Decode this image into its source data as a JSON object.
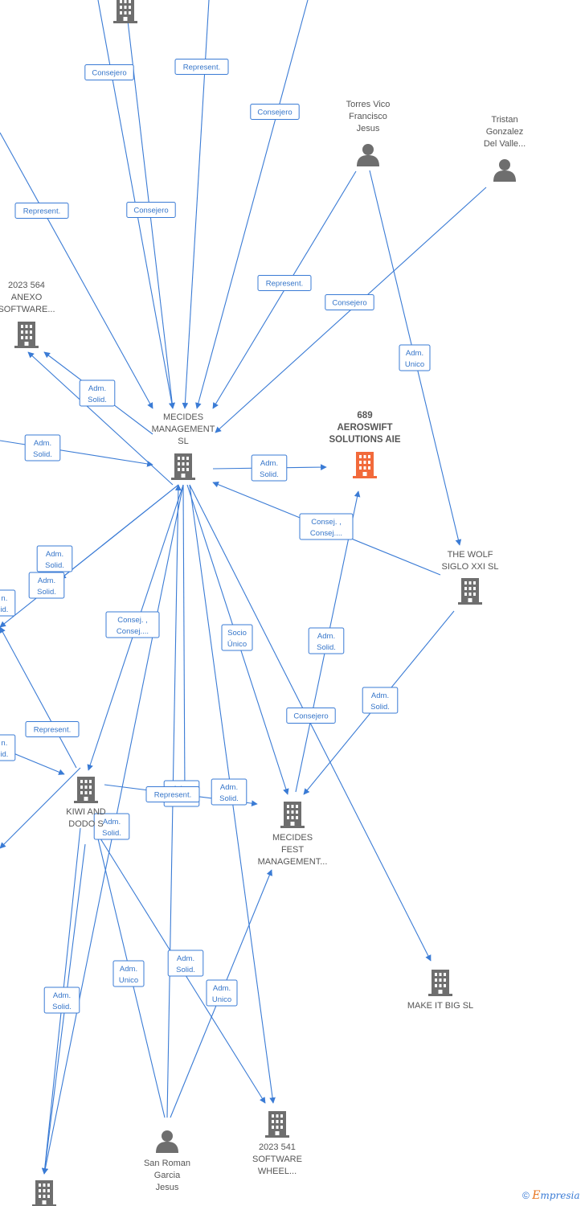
{
  "colors": {
    "edge": "#3a7bd5",
    "building": "#6e6e6e",
    "highlight": "#f26a3b",
    "person": "#6e6e6e",
    "text": "#555555"
  },
  "nodes": [
    {
      "id": "top-building",
      "type": "company",
      "lines": []
    },
    {
      "id": "anexo",
      "type": "company",
      "lines": [
        "2023 564",
        "ANEXO",
        "SOFTWARE..."
      ]
    },
    {
      "id": "mecides-mgmt",
      "type": "company",
      "lines": [
        "MECIDES",
        "MANAGEMENT",
        "SL"
      ]
    },
    {
      "id": "aeroswift",
      "type": "company-main",
      "lines": [
        "689",
        "AEROSWIFT",
        "SOLUTIONS AIE"
      ]
    },
    {
      "id": "torres",
      "type": "person",
      "lines": [
        "Torres Vico",
        "Francisco",
        "Jesus"
      ]
    },
    {
      "id": "tristan",
      "type": "person",
      "lines": [
        "Tristan",
        "Gonzalez",
        "Del Valle..."
      ]
    },
    {
      "id": "wolf",
      "type": "company",
      "lines": [
        "THE WOLF",
        "SIGLO XXI  SL"
      ]
    },
    {
      "id": "kiwi",
      "type": "company",
      "lines": [
        "KIWI AND",
        "DODO  S"
      ]
    },
    {
      "id": "mecides-fest",
      "type": "company",
      "lines": [
        "MECIDES",
        "FEST",
        "MANAGEMENT..."
      ]
    },
    {
      "id": "makeitbig",
      "type": "company",
      "lines": [
        "MAKE IT BIG  SL"
      ]
    },
    {
      "id": "software-wheel",
      "type": "company",
      "lines": [
        "2023 541",
        "SOFTWARE",
        "WHEEL..."
      ]
    },
    {
      "id": "sanroman",
      "type": "person",
      "lines": [
        "San Roman",
        "Garcia",
        "Jesus"
      ]
    },
    {
      "id": "bottom-building",
      "type": "company",
      "lines": []
    }
  ],
  "edge_labels": [
    {
      "lines": [
        "Consejero"
      ]
    },
    {
      "lines": [
        "Represent."
      ]
    },
    {
      "lines": [
        "Consejero"
      ]
    },
    {
      "lines": [
        "Represent."
      ]
    },
    {
      "lines": [
        "Consejero"
      ]
    },
    {
      "lines": [
        "Represent."
      ]
    },
    {
      "lines": [
        "Consejero"
      ]
    },
    {
      "lines": [
        "Adm.",
        "Unico"
      ]
    },
    {
      "lines": [
        "Adm.",
        "Solid."
      ]
    },
    {
      "lines": [
        "Adm.",
        "Solid."
      ]
    },
    {
      "lines": [
        "Adm.",
        "Solid."
      ]
    },
    {
      "lines": [
        "Consej. ,",
        "Consej...."
      ]
    },
    {
      "lines": [
        "Adm.",
        "Solid."
      ]
    },
    {
      "lines": [
        "Adm.",
        "Solid."
      ]
    },
    {
      "lines": [
        "Consej. ,",
        "Consej...."
      ]
    },
    {
      "lines": [
        "Socio",
        "Único"
      ]
    },
    {
      "lines": [
        "Adm.",
        "Solid."
      ]
    },
    {
      "lines": [
        "Adm.",
        "Solid."
      ]
    },
    {
      "lines": [
        "Consejero"
      ]
    },
    {
      "lines": [
        "Represent."
      ]
    },
    {
      "lines": [
        "Adm.",
        "Solid."
      ]
    },
    {
      "lines": [
        "Represent."
      ]
    },
    {
      "lines": [
        "Adm.",
        "Solid."
      ]
    },
    {
      "lines": [
        "Adm.",
        "Solid."
      ]
    },
    {
      "lines": [
        "Adm.",
        "Unico"
      ]
    },
    {
      "lines": [
        "Adm.",
        "Solid."
      ]
    },
    {
      "lines": [
        "Adm.",
        "Unico"
      ]
    },
    {
      "lines": [
        "Adm.",
        "Solid."
      ]
    },
    {
      "lines": [
        "Adm.",
        "Solid."
      ]
    },
    {
      "lines": [
        "n.",
        "id."
      ]
    },
    {
      "lines": [
        "n.",
        "id."
      ]
    }
  ],
  "footer": {
    "copyright": "©",
    "brand_initial": "E",
    "brand_rest": "mpresia"
  }
}
